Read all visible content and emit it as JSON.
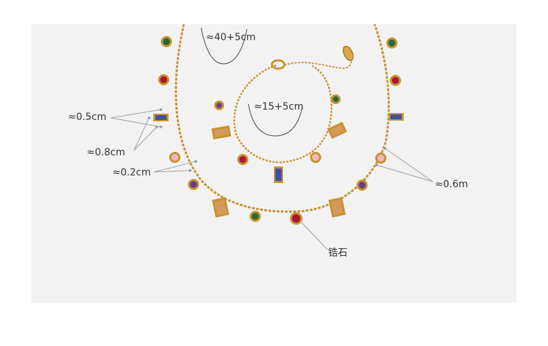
{
  "colors": {
    "background": "#ffffff",
    "panel": "#f2f2f2",
    "gold_chain": "#c8922e",
    "annotation_line": "#9aa0a8",
    "text": "#333333",
    "gem_green": "#1f6b3a",
    "gem_ruby": "#b0123a",
    "gem_sapphire": "#3f4fa6",
    "gem_citrine": "#d49a5a",
    "gem_pink": "#f0b6c0",
    "gem_amethyst": "#6b3c8c"
  },
  "labels": {
    "necklace_length": "≈40+5cm",
    "bracelet_length": "≈15+5cm",
    "size_05": "≈0.5cm",
    "size_08": "≈0.8cm",
    "size_02": "≈0.2cm",
    "size_06": "≈0.6m",
    "material": "锆石"
  }
}
